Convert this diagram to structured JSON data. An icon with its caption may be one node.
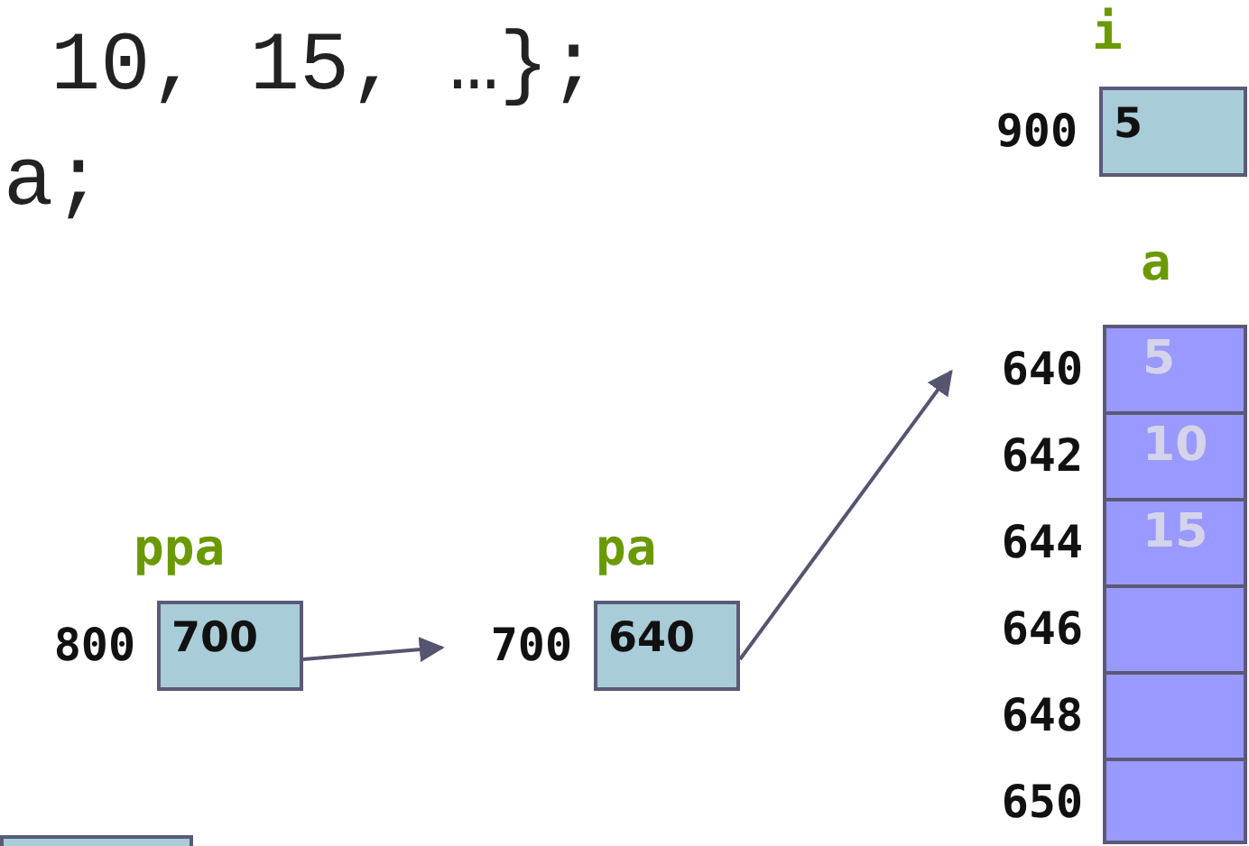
{
  "diagram": {
    "nodes": [
      {
        "text": [
          "i",
          "5"
        ],
        "beside": [
          "900"
        ]
      },
      {
        "text": [
          "a"
        ]
      },
      {
        "text": [
          "5"
        ],
        "in": 1,
        "beside": [
          "640"
        ]
      },
      {
        "text": [
          "10"
        ],
        "in": 1,
        "beside": [
          "642"
        ]
      },
      {
        "text": [
          "15"
        ],
        "in": 1,
        "beside": [
          "644"
        ]
      },
      {
        "text": [],
        "shape": "box",
        "in": 1,
        "beside": [
          "646"
        ]
      },
      {
        "text": [],
        "shape": "box",
        "in": 1,
        "beside": [
          "648"
        ]
      },
      {
        "text": [],
        "shape": "box",
        "in": 1,
        "beside": [
          "650"
        ]
      },
      {
        "text": [
          "ppa",
          "700"
        ],
        "beside": [
          "800"
        ]
      },
      {
        "text": [
          "pa",
          "640"
        ],
        "beside": [
          "700"
        ]
      },
      {
        "text": [],
        "shape": "box"
      }
    ],
    "edges": [
      {
        "from": 8,
        "to": 9,
        "arrow": "to"
      },
      {
        "from": 9,
        "to": 2,
        "arrow": "to"
      }
    ],
    "labels": [
      "10, 15, …};",
      "a;"
    ]
  }
}
